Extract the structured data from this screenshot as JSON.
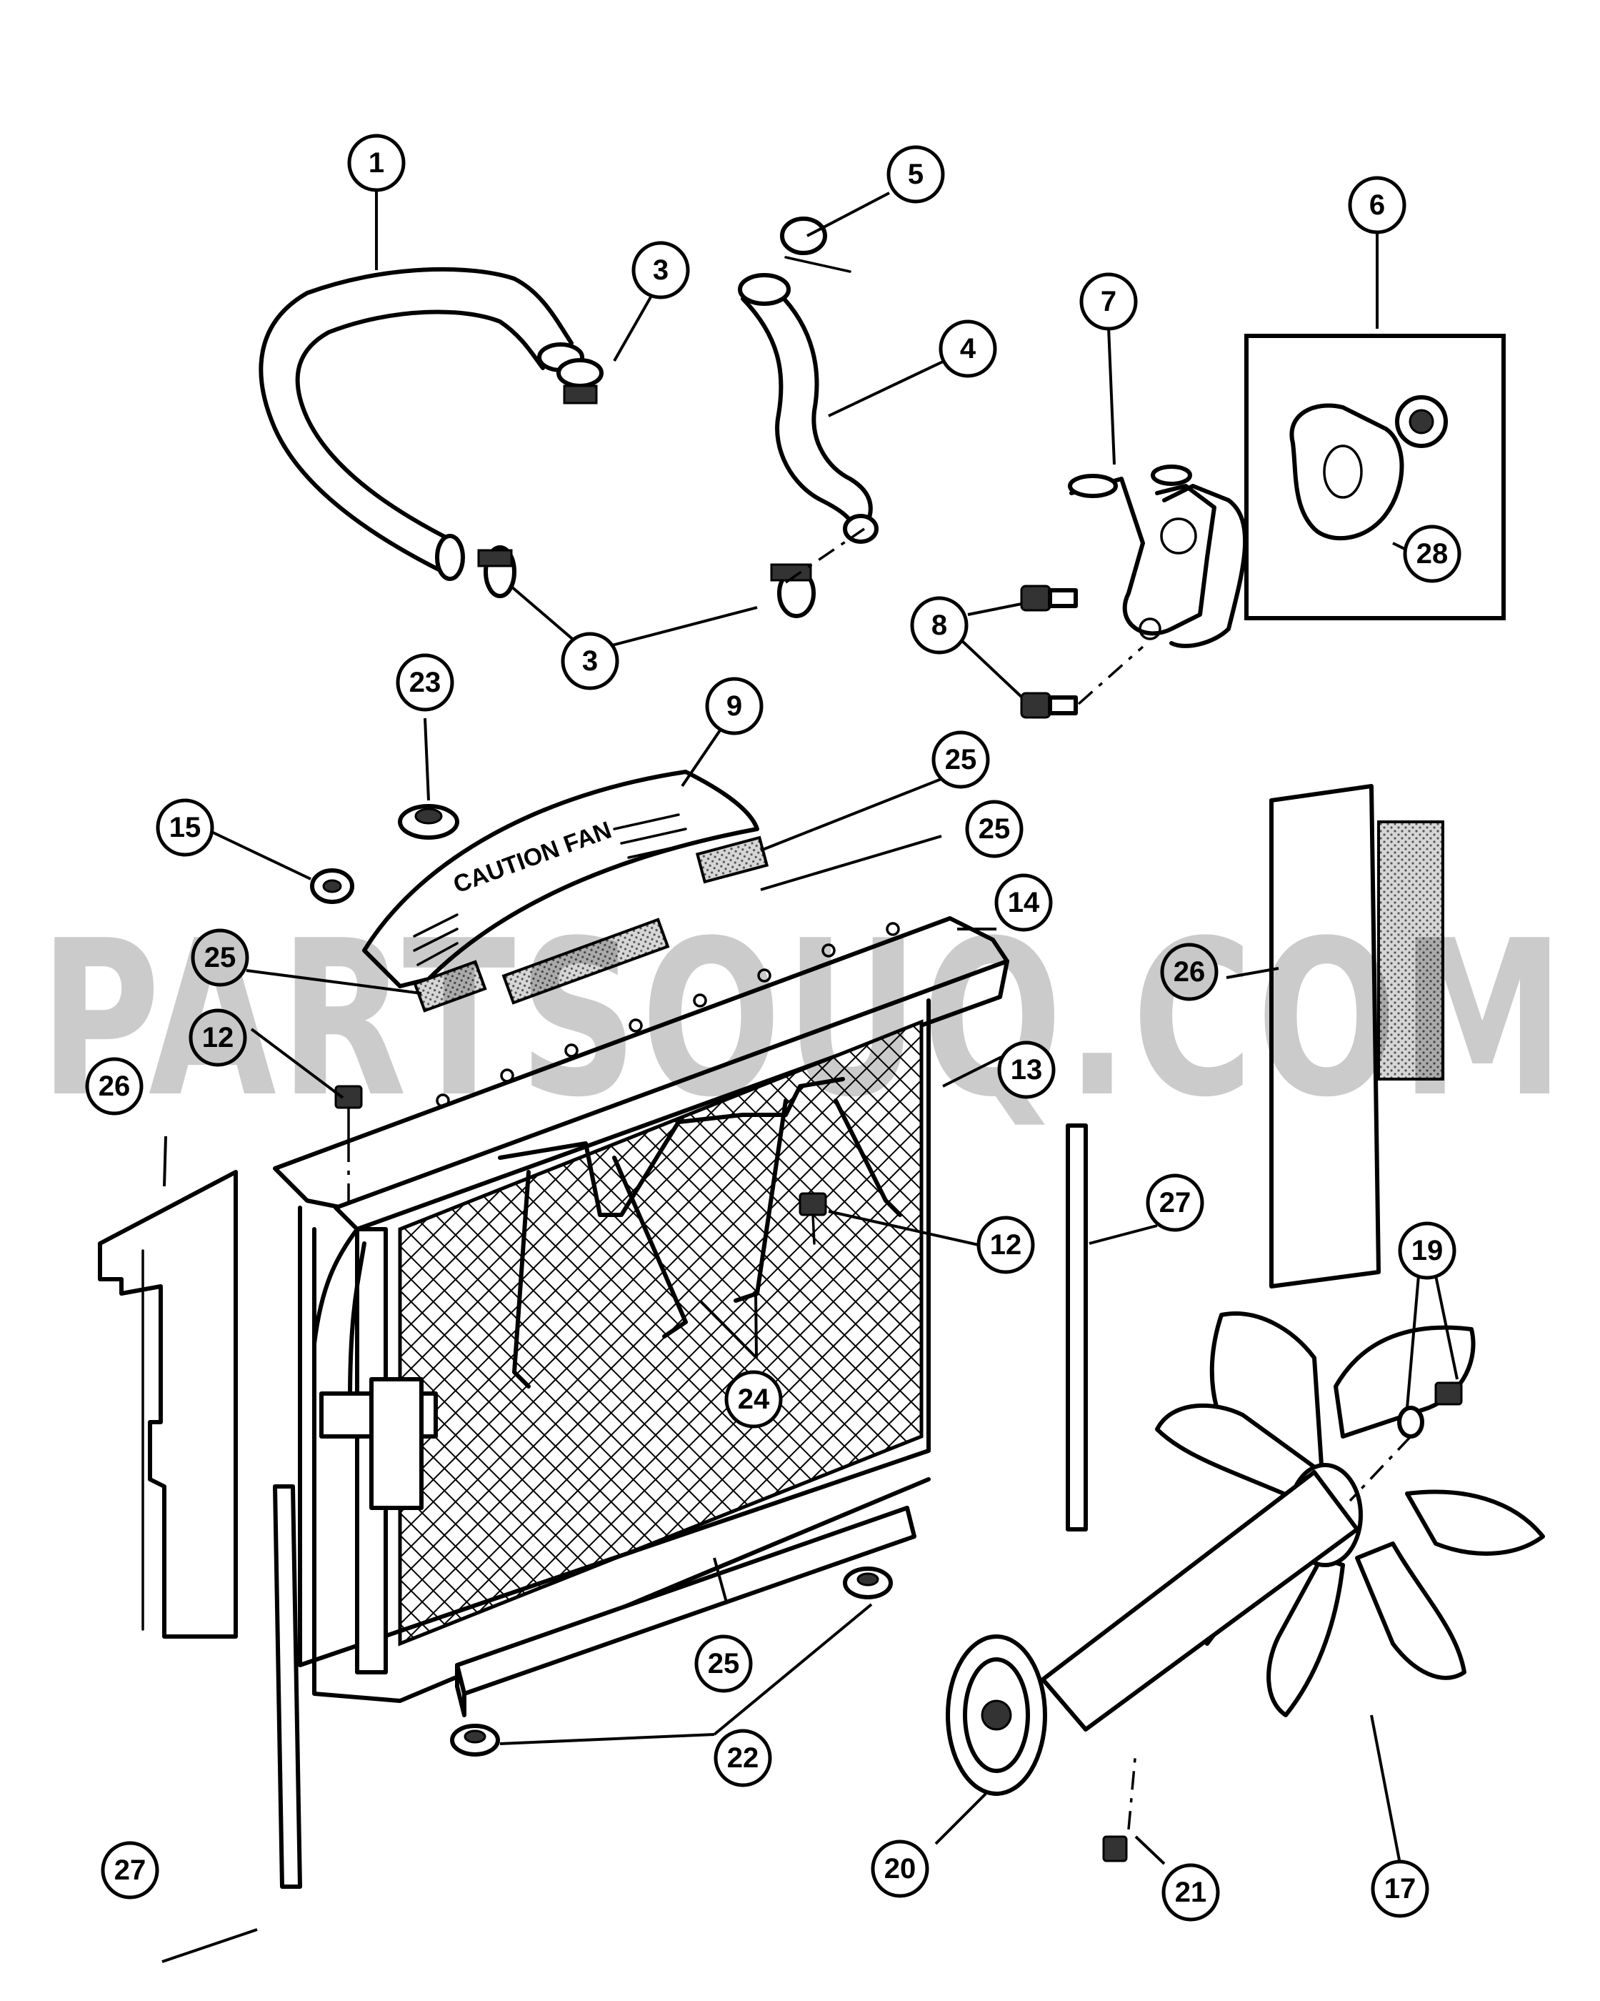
{
  "watermark": "PARTSOUQ.COM",
  "radiator_label": "CAUTION FAN",
  "callouts": [
    {
      "id": "c1",
      "label": "1"
    },
    {
      "id": "c3a",
      "label": "3"
    },
    {
      "id": "c3b",
      "label": "3"
    },
    {
      "id": "c4",
      "label": "4"
    },
    {
      "id": "c5",
      "label": "5"
    },
    {
      "id": "c6",
      "label": "6"
    },
    {
      "id": "c7",
      "label": "7"
    },
    {
      "id": "c8",
      "label": "8"
    },
    {
      "id": "c9",
      "label": "9"
    },
    {
      "id": "c12a",
      "label": "12"
    },
    {
      "id": "c12b",
      "label": "12"
    },
    {
      "id": "c13",
      "label": "13"
    },
    {
      "id": "c14",
      "label": "14"
    },
    {
      "id": "c15",
      "label": "15"
    },
    {
      "id": "c17",
      "label": "17"
    },
    {
      "id": "c19",
      "label": "19"
    },
    {
      "id": "c20",
      "label": "20"
    },
    {
      "id": "c21",
      "label": "21"
    },
    {
      "id": "c22",
      "label": "22"
    },
    {
      "id": "c23",
      "label": "23"
    },
    {
      "id": "c24",
      "label": "24"
    },
    {
      "id": "c25a",
      "label": "25"
    },
    {
      "id": "c25b",
      "label": "25"
    },
    {
      "id": "c25c",
      "label": "25"
    },
    {
      "id": "c25d",
      "label": "25"
    },
    {
      "id": "c26a",
      "label": "26"
    },
    {
      "id": "c26b",
      "label": "26"
    },
    {
      "id": "c27a",
      "label": "27"
    },
    {
      "id": "c27b",
      "label": "27"
    },
    {
      "id": "c28",
      "label": "28"
    }
  ]
}
